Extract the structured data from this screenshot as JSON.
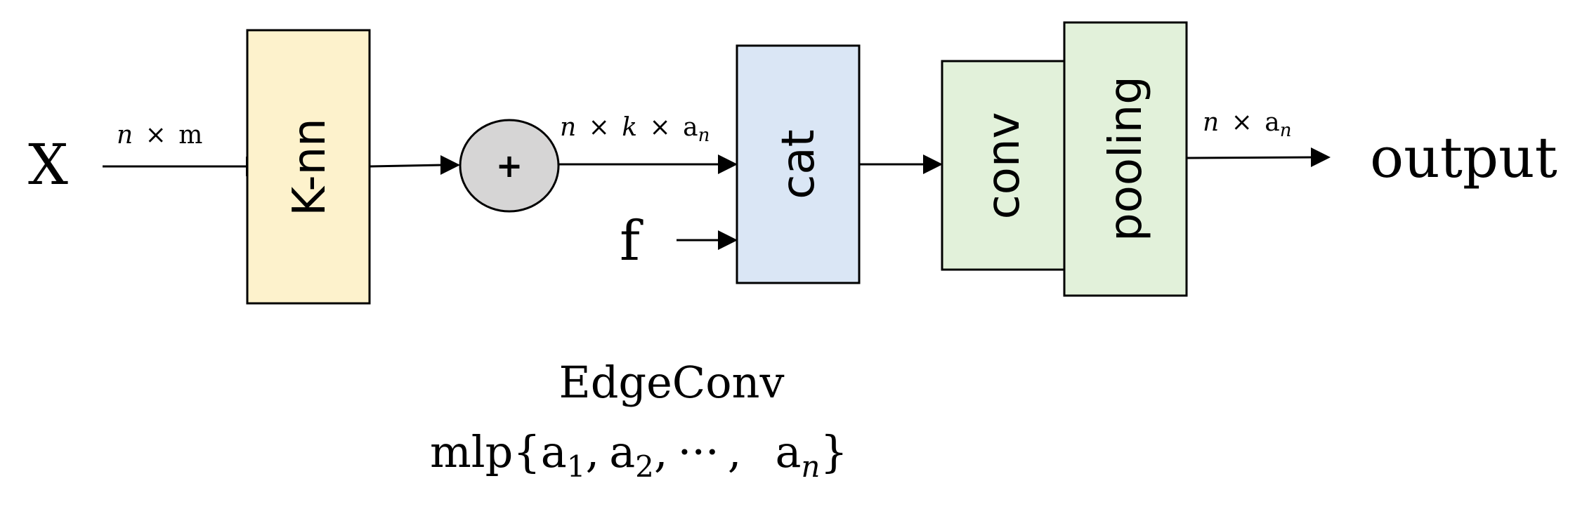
{
  "input": {
    "label": "X",
    "dim_n": "n",
    "dim_times": "×",
    "dim_m": "m"
  },
  "knn": {
    "label": "K-nn",
    "fill": "#fdf2cc"
  },
  "plus_node": {
    "symbol": "+",
    "fill": "#d6d5d5"
  },
  "nka": {
    "n": "n",
    "times1": "×",
    "k": "k",
    "times2": "×",
    "a": "a",
    "sub": "n"
  },
  "f_input": {
    "label": "f"
  },
  "cat": {
    "label": "cat",
    "fill": "#dae6f5"
  },
  "conv": {
    "label": "conv",
    "fill": "#e2f1da"
  },
  "pooling": {
    "label": "pooling",
    "fill": "#e2f1da"
  },
  "out_dim": {
    "n": "n",
    "times": "×",
    "a": "a",
    "sub": "n"
  },
  "output": {
    "label": "output"
  },
  "caption": {
    "title": "EdgeConv",
    "mlp": "mlp{",
    "a": "a",
    "sub1": "1",
    "sub2": "2",
    "subn": "n",
    "comma": ",",
    "ellipsis": "···",
    "close": "}"
  }
}
